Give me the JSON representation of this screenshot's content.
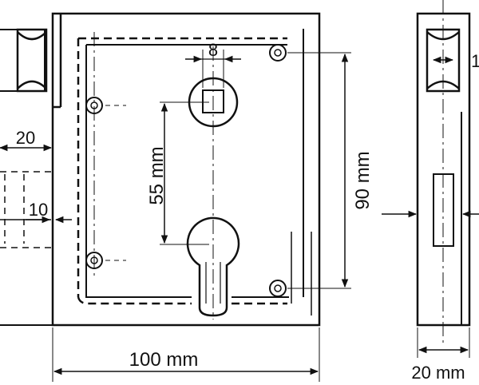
{
  "dimensions": {
    "keyhole_spacing": "8",
    "center_distance": "55 mm",
    "height": "90 mm",
    "width": "100 mm",
    "depth": "20 mm",
    "backset_top": "20",
    "backset_bottom": "10",
    "partial_right": "1"
  },
  "colors": {
    "line": "#111111",
    "background": "#ffffff"
  }
}
